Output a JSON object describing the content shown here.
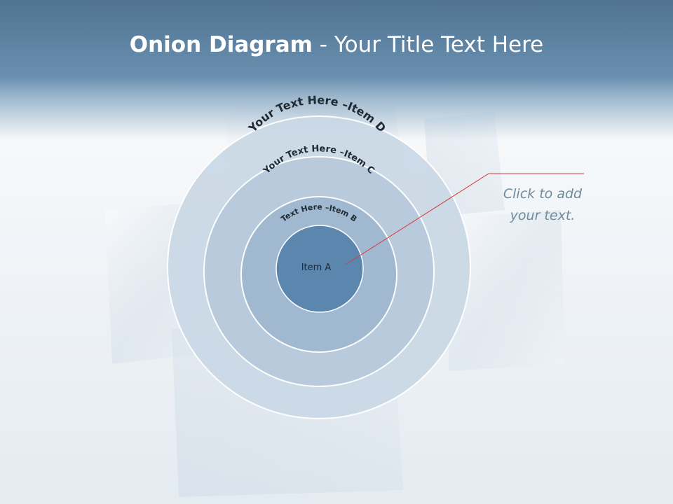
{
  "title": {
    "bold_part": "Onion Diagram",
    "rest": " - Your Title Text Here"
  },
  "onion": {
    "item_a": "Item A",
    "item_b": "Text Here –Item B",
    "item_c": "Your Text Here –Item C",
    "item_d": "Your Text Here –Item D"
  },
  "callout": {
    "line1": "Click  to add",
    "line2": "your text."
  },
  "colors": {
    "layer_d": "#cbd9e6",
    "layer_c": "#b7cadb",
    "layer_b": "#a0b9d0",
    "layer_a": "#5b86ae",
    "leader_line": "#d63a3a",
    "header": "#5a7f9f"
  }
}
